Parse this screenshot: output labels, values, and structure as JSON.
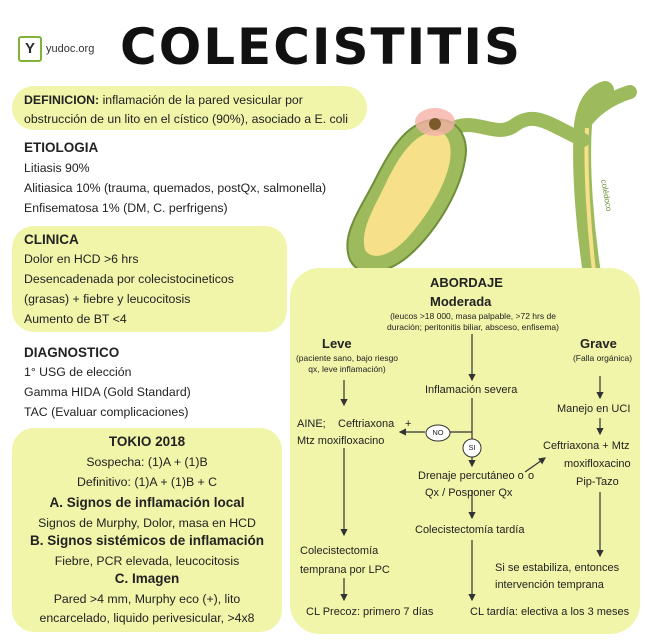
{
  "logo": {
    "letter": "Y",
    "text": "yudoc.org"
  },
  "title": "COLECISTITIS",
  "definicion": {
    "label": "DEFINICION:",
    "line1": " inflamación de la pared vesicular por",
    "line2": "obstrucción de un lito en el cístico (90%), asociado a E. coli"
  },
  "etiologia": {
    "heading": "ETIOLOGIA",
    "items": [
      "Litiasis 90%",
      "Alitiasica 10% (trauma, quemados, postQx, salmonella)",
      "Enfisematosa 1% (DM, C. perfrigens)"
    ]
  },
  "clinica": {
    "heading": "CLINICA",
    "items": [
      "Dolor en HCD >6 hrs",
      "Desencadenada por colecistocineticos",
      "(grasas) + fiebre y leucocitosis",
      "Aumento de BT <4"
    ]
  },
  "diagnostico": {
    "heading": "DIAGNOSTICO",
    "items": [
      "1° USG de elección",
      "Gamma HIDA (Gold Standard)",
      "TAC (Evaluar complicaciones)"
    ]
  },
  "tokio": {
    "heading": "TOKIO 2018",
    "sospecha": "Sospecha: (1)A + (1)B",
    "definitivo": "Definitivo: (1)A + (1)B + C",
    "a_heading": "A. Signos de inflamación local",
    "a_text": "Signos de Murphy, Dolor, masa en HCD",
    "b_heading": "B. Signos sistémicos de inflamación",
    "b_text": "Fiebre, PCR elevada, leucocitosis",
    "c_heading": "C. Imagen",
    "c_line1": "Pared >4 mm, Murphy eco (+), lito",
    "c_line2": "encarcelado, liquido perivesicular, >4x8"
  },
  "abordaje": {
    "heading": "ABORDAJE",
    "moderada": {
      "title": "Moderada",
      "desc1": "(leucos >18 000, masa palpable, >72 hrs de",
      "desc2": "duración; peritonitis biliar, absceso, enfisema)",
      "step1": "Inflamación severa",
      "no": "NO",
      "si": "SI",
      "step2a": "Drenaje percutáneo o",
      "step2b": "Qx / Posponer Qx",
      "step2_or": "o",
      "step3": "Colecistectomía tardía",
      "final": "CL tardía: electiva a los 3 meses"
    },
    "leve": {
      "title": "Leve",
      "desc1": "(paciente sano, bajo riesgo",
      "desc2": "qx, leve inflamación)",
      "abx_a": "AINE;",
      "abx_b": "Ceftriaxona",
      "abx_plus": "+",
      "abx_c": "Mtz moxifloxacino",
      "step2a": "Colecistectomía",
      "step2b": "temprana por LPC",
      "final": "CL Precoz: primero 7 días"
    },
    "grave": {
      "title": "Grave",
      "desc": "(Falla orgánica)",
      "step1": "Manejo en UCI",
      "abx1": "Ceftriaxona + Mtz",
      "abx2": "moxifloxacino",
      "abx3": "Pip-Tazo",
      "step2a": "Si se estabiliza, entonces",
      "step2b": "intervención temprana"
    }
  },
  "illustration": {
    "duct_label": "colédoco"
  },
  "colors": {
    "panel": "#f1f5a9",
    "organ_outer": "#9dbb5c",
    "organ_inner": "#f6e08a",
    "inflamed": "#f5b1a8"
  }
}
